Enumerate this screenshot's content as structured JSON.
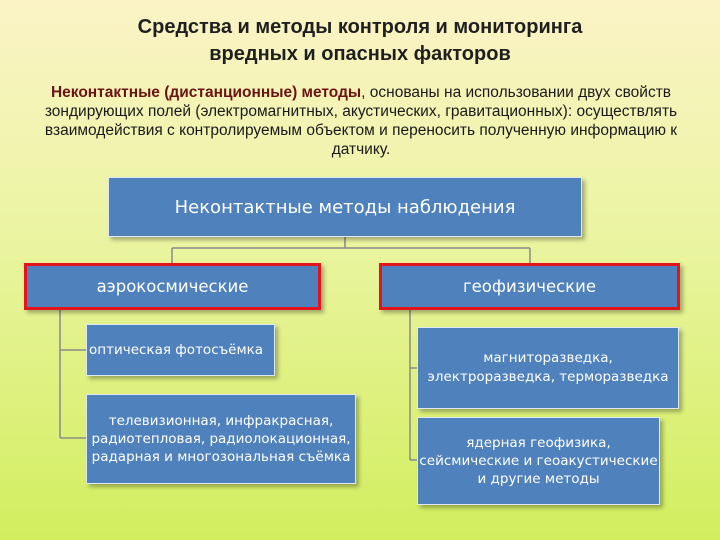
{
  "title": "Средства и методы контроля и мониторинга\nвредных и опасных факторов",
  "intro": {
    "highlight": "Неконтактные (дистанционные) методы",
    "text": ", основаны на использовании двух свойств зондирующих полей (электромагнитных, акустических, гравитационных): осуществлять взаимодействия с контролируемым объектом и переносить полученную информацию к датчику."
  },
  "diagram": {
    "root": "Неконтактные методы наблюдения",
    "branches": [
      {
        "label": "аэрокосмические",
        "children": [
          "оптическая фотосъёмка",
          "телевизионная, инфракрасная, радиотепловая, радиолокационная, радарная и многозональная съёмка"
        ]
      },
      {
        "label": "геофизические",
        "children": [
          "магниторазведка, электроразведка, терморазведка",
          "ядерная геофизика, сейсмические и геоакустические и другие методы"
        ]
      }
    ]
  }
}
